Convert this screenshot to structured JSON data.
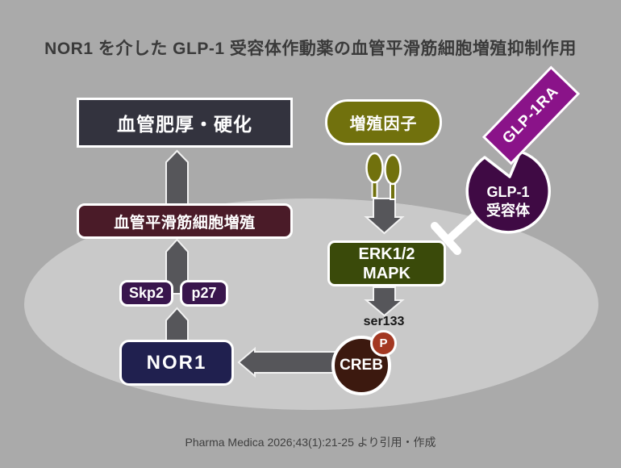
{
  "title": "NOR1 を介した GLP-1 受容体作動薬の血管平滑筋細胞増殖抑制作用",
  "citation": "Pharma Medica 2026;43(1):21-25 より引用・作成",
  "pathway": {
    "outcome": "血管肥厚・硬化",
    "proliferation": "血管平滑筋細胞増殖",
    "skp2": "Skp2",
    "p27": "p27",
    "nor1": "NOR1",
    "growth_factor": "増殖因子",
    "erk": "ERK1/2",
    "mapk": "MAPK",
    "ser133": "ser133",
    "creb": "CREB",
    "phospho": "P",
    "glp1ra": "GLP-1RA",
    "glp1_receptor_line1": "GLP-1",
    "glp1_receptor_line2": "受容体"
  },
  "colors": {
    "background": "#aaaaaa",
    "cell_fill": "#c9c9c9",
    "arrow": "#56565a",
    "outcome_box": "#33333e",
    "proliferation_box": "#4a1b28",
    "skp2_p27_box": "#39164d",
    "nor1_box": "#20204f",
    "growth_factor_pill": "#71710d",
    "erk_box": "#3a4a0a",
    "creb_circle": "#3c190f",
    "phospho_circle": "#a33822",
    "glp1ra_ribbon": "#8a1389",
    "glp1_receptor": "#3f0a44",
    "inhibition_line": "#ffffff"
  }
}
